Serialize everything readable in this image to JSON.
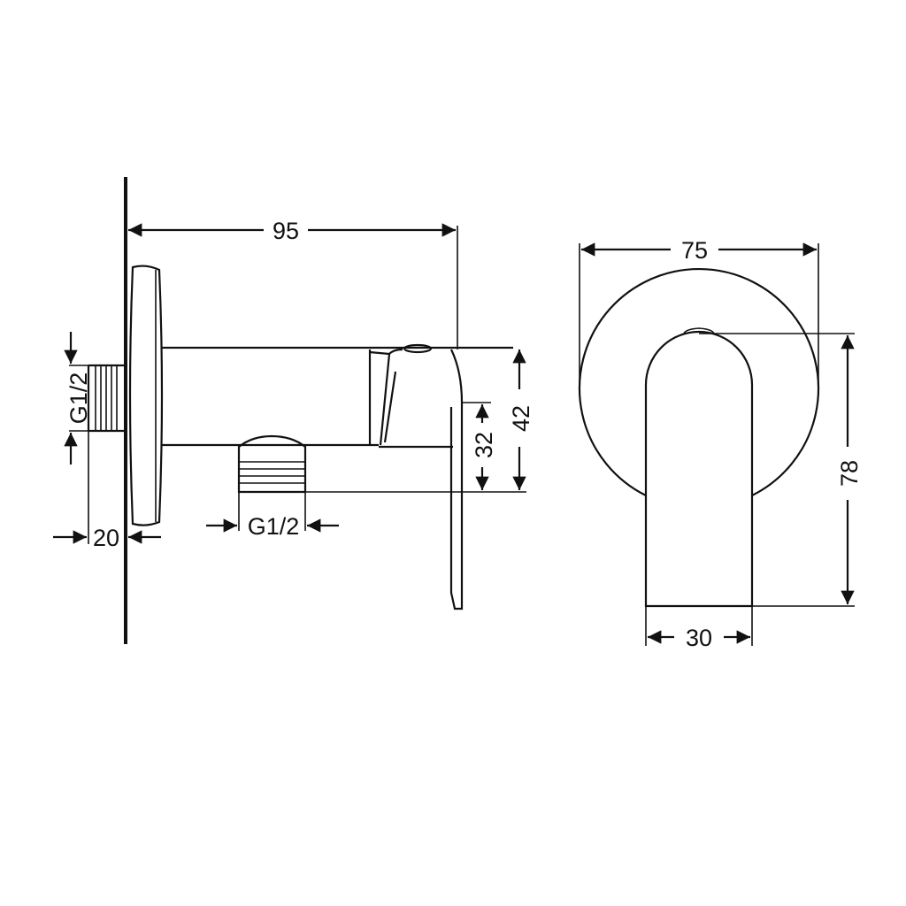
{
  "side_view": {
    "dim_length": "95",
    "dim_height_total": "42",
    "dim_height_outlet": "32",
    "dim_wall_thread": "G1/2",
    "dim_outlet_thread": "G1/2",
    "dim_thread_length": "20"
  },
  "front_view": {
    "dim_escutcheon_diameter": "75",
    "dim_handle_height": "78",
    "dim_handle_width": "30"
  },
  "colors": {
    "line": "#111111",
    "background": "#ffffff"
  }
}
